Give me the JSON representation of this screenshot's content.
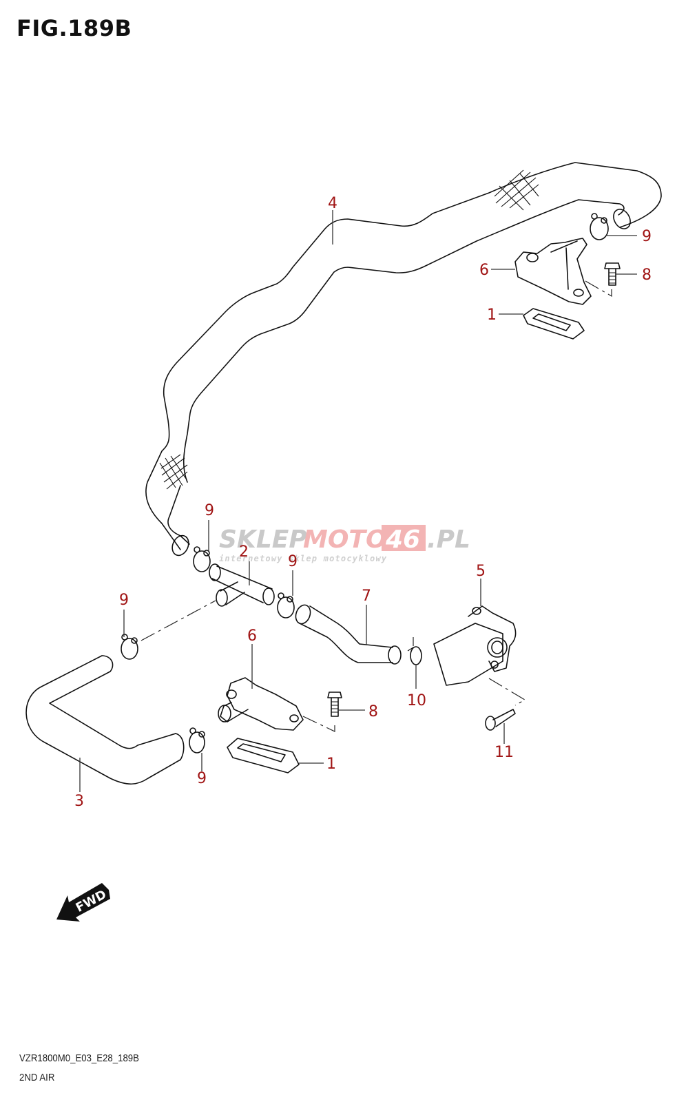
{
  "figure": {
    "title": "FIG.189B",
    "code": "VZR1800M0_E03_E28_189B",
    "name": "2ND AIR"
  },
  "watermark": {
    "brand_grey": "SKLEP",
    "brand_red": "MOTO",
    "brand_number": "46",
    "brand_suffix": ".PL",
    "tagline": "internetowy sklep motocyklowy"
  },
  "direction_indicator": {
    "label": "FWD",
    "icon": "arrow-down-left-icon"
  },
  "colors": {
    "callout": "#a01414",
    "line": "#111111",
    "watermark_grey": "#c9c9c9",
    "watermark_red": "#f3b4b4"
  },
  "callouts": [
    {
      "id": "c4",
      "label": "4",
      "part": "hose-long"
    },
    {
      "id": "c9a",
      "label": "9",
      "part": "clamp-top-right"
    },
    {
      "id": "c8a",
      "label": "8",
      "part": "bolt-top"
    },
    {
      "id": "c6a",
      "label": "6",
      "part": "reed-cover-top"
    },
    {
      "id": "c1a",
      "label": "1",
      "part": "reed-gasket-top"
    },
    {
      "id": "c9b",
      "label": "9",
      "part": "clamp-left-hose-end"
    },
    {
      "id": "c2",
      "label": "2",
      "part": "t-joint"
    },
    {
      "id": "c9c",
      "label": "9",
      "part": "clamp-t-right"
    },
    {
      "id": "c5",
      "label": "5",
      "part": "pair-valve"
    },
    {
      "id": "c9d",
      "label": "9",
      "part": "clamp-lower-left"
    },
    {
      "id": "c7",
      "label": "7",
      "part": "hose-short"
    },
    {
      "id": "c6b",
      "label": "6",
      "part": "reed-cover-bottom"
    },
    {
      "id": "c8b",
      "label": "8",
      "part": "bolt-bottom"
    },
    {
      "id": "c10",
      "label": "10",
      "part": "clamp-valve"
    },
    {
      "id": "c11",
      "label": "11",
      "part": "screw"
    },
    {
      "id": "c1b",
      "label": "1",
      "part": "reed-gasket-bottom"
    },
    {
      "id": "c9e",
      "label": "9",
      "part": "clamp-u-hose"
    },
    {
      "id": "c3",
      "label": "3",
      "part": "hose-u"
    }
  ]
}
